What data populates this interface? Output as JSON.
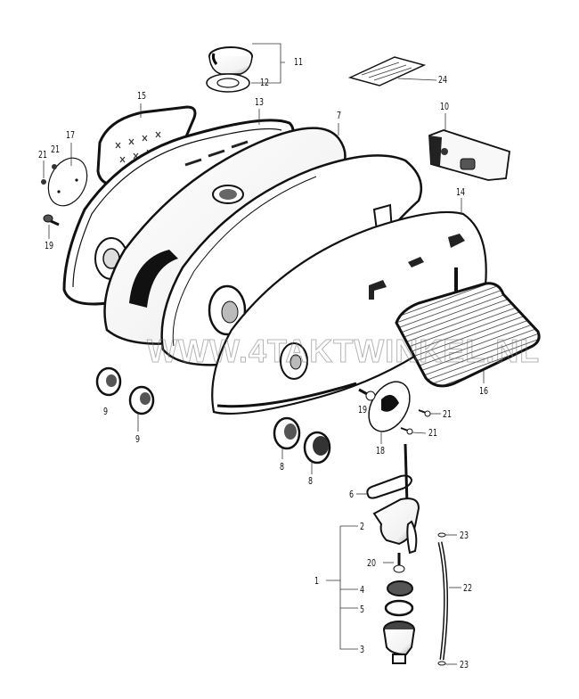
{
  "diagram": {
    "type": "exploded-parts-diagram",
    "subject": "Fuel tank, side covers and fuel cock assembly",
    "watermark": "WWW.4TAKTWINKEL.NL",
    "callouts": [
      {
        "id": "c11",
        "label": "11",
        "part": "fuel-cap"
      },
      {
        "id": "c12",
        "label": "12",
        "part": "fuel-cap-gasket"
      },
      {
        "id": "c24",
        "label": "24",
        "part": "decal-plate"
      },
      {
        "id": "c15",
        "label": "15",
        "part": "left-knee-pad"
      },
      {
        "id": "c13",
        "label": "13",
        "part": "left-side-cover"
      },
      {
        "id": "c7",
        "label": "7",
        "part": "fuel-tank"
      },
      {
        "id": "c10",
        "label": "10",
        "part": "tool-box"
      },
      {
        "id": "c17",
        "label": "17",
        "part": "left-emblem"
      },
      {
        "id": "c21a",
        "label": "21",
        "part": "screw"
      },
      {
        "id": "c21b",
        "label": "21",
        "part": "screw"
      },
      {
        "id": "c19a",
        "label": "19",
        "part": "bolt"
      },
      {
        "id": "c14",
        "label": "14",
        "part": "right-side-cover"
      },
      {
        "id": "c16",
        "label": "16",
        "part": "right-knee-pad"
      },
      {
        "id": "c9a",
        "label": "9",
        "part": "rubber-grommet"
      },
      {
        "id": "c9b",
        "label": "9",
        "part": "rubber-grommet"
      },
      {
        "id": "c19b",
        "label": "19",
        "part": "bolt"
      },
      {
        "id": "c21c",
        "label": "21",
        "part": "screw"
      },
      {
        "id": "c21d",
        "label": "21",
        "part": "screw"
      },
      {
        "id": "c18",
        "label": "18",
        "part": "right-emblem"
      },
      {
        "id": "c8a",
        "label": "8",
        "part": "rubber-cushion"
      },
      {
        "id": "c8b",
        "label": "8",
        "part": "rubber-cushion"
      },
      {
        "id": "c6",
        "label": "6",
        "part": "fuel-cock-gasket"
      },
      {
        "id": "c2",
        "label": "2",
        "part": "fuel-cock-body"
      },
      {
        "id": "c23a",
        "label": "23",
        "part": "hose-clip"
      },
      {
        "id": "c20",
        "label": "20",
        "part": "fuel-cock-screw"
      },
      {
        "id": "c1",
        "label": "1",
        "part": "fuel-cock-assembly"
      },
      {
        "id": "c4",
        "label": "4",
        "part": "fuel-strainer-screen"
      },
      {
        "id": "c22",
        "label": "22",
        "part": "fuel-hose"
      },
      {
        "id": "c5",
        "label": "5",
        "part": "strainer-o-ring"
      },
      {
        "id": "c3",
        "label": "3",
        "part": "strainer-cup"
      },
      {
        "id": "c23b",
        "label": "23",
        "part": "hose-clip"
      }
    ]
  }
}
